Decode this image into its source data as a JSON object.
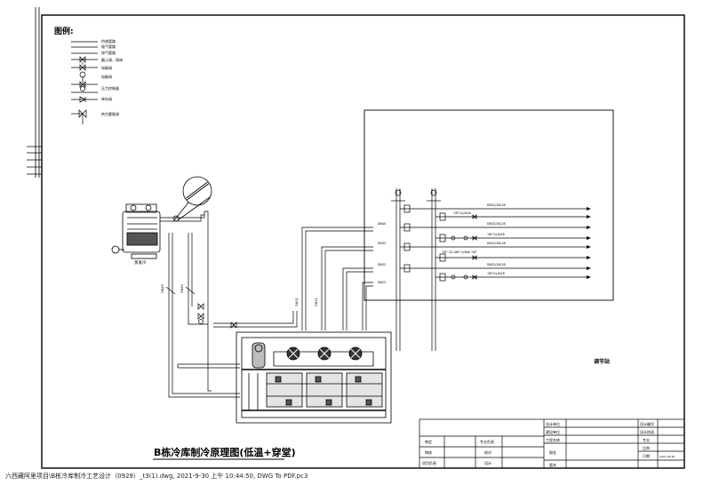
{
  "legend": {
    "title": "图例:",
    "items": [
      "供液管路",
      "吸气管路",
      "排气管路",
      "截止阀、球阀",
      "电磁阀",
      "电磁阀",
      "压力控制器",
      "单向阀",
      "热力膨胀阀"
    ]
  },
  "labels": {
    "condenser": "蒸发冷",
    "station": "调节站"
  },
  "pipe_tags": [
    "DN40",
    "DN40",
    "DN32",
    "DN32",
    "DN40",
    "DN32",
    "DN32",
    "DN25"
  ],
  "branch_labels": [
    "DN32/18L2B",
    "7/8\"Cu/Al28",
    "DN32/18L2B",
    "7/8\"Cu/Al28",
    "DN32/18L2B",
    "7/8\"  CD-48P CV600  7/8\"",
    "DN32/18L2B",
    "7/8\"Cu/Al28"
  ],
  "drawing_title": "B栋冷库制冷原理图(低温+穿堂)",
  "title_block": {
    "review": "审定",
    "examine": "审核",
    "project_lead": "项目负责",
    "discipline_lead": "专业负责",
    "check": "校对",
    "design": "设计",
    "design_unit": "设计单位",
    "construction_unit": "建设单位",
    "project_name": "工程名称",
    "drawing_name": "图名",
    "version": "版本",
    "drawing_no": "设计编号",
    "design_stage": "设计阶段",
    "specialty": "专业",
    "scale": "比例",
    "date": "日期",
    "date_value": "2021.09.30"
  },
  "footer": "六西藏阿里项目\\B栋冷库制冷工艺设计（0929）_t3(1).dwg, 2021-9-30 上午 10:44:50, DWG To PDF.pc3"
}
